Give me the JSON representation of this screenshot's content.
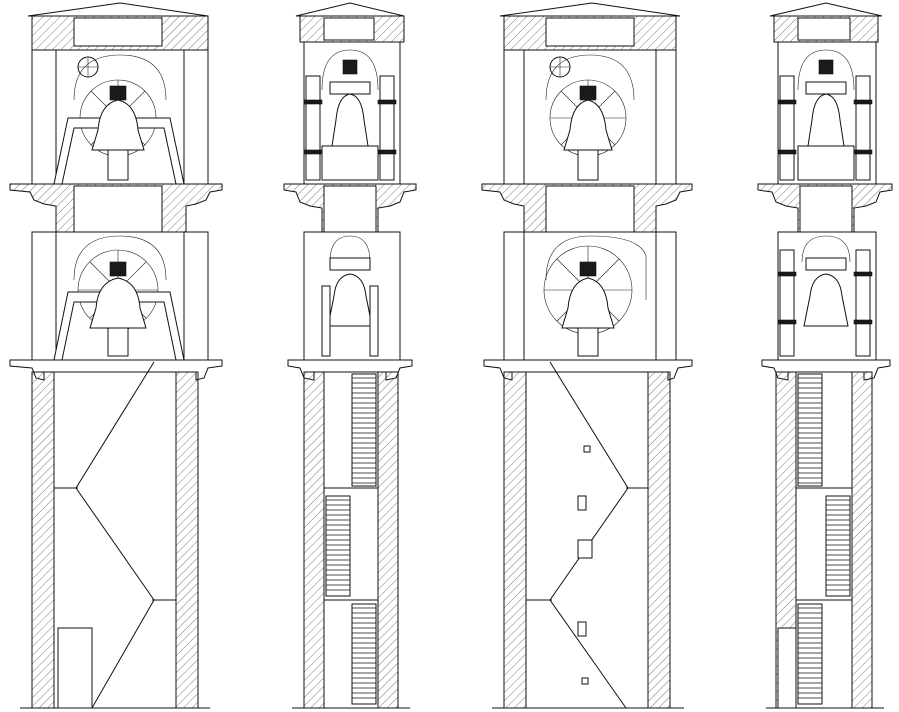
{
  "drawing": {
    "subject": "",
    "views": [
      {
        "id": "view-1",
        "kind": "section-wide",
        "bell_frame": "wheel"
      },
      {
        "id": "view-2",
        "kind": "section-narrow",
        "bell_frame": "columns"
      },
      {
        "id": "view-3",
        "kind": "section-wide",
        "bell_frame": "wheel"
      },
      {
        "id": "view-4",
        "kind": "section-narrow",
        "bell_frame": "columns"
      }
    ]
  },
  "colors": {
    "line": "#111111",
    "hatch": "#444444",
    "background": "#ffffff"
  }
}
